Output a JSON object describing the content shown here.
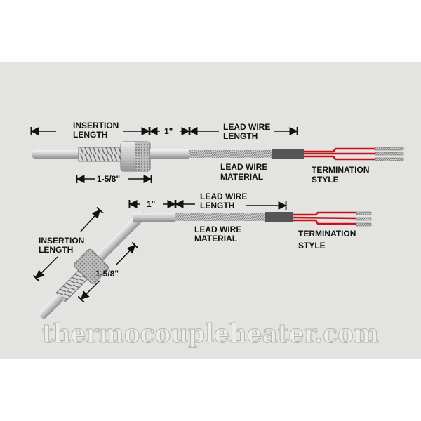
{
  "watermark": "thermocoupleheater.com",
  "top_probe": {
    "insertion_length": [
      "INSERTION",
      "LENGTH"
    ],
    "one_inch": "1\"",
    "lead_wire_length": [
      "LEAD WIRE",
      "LENGTH"
    ],
    "lead_wire_material": [
      "LEAD WIRE",
      "MATERIAL"
    ],
    "termination_style": [
      "TERMINATION",
      "STYLE"
    ],
    "spring_length": "1-5/8\""
  },
  "bottom_probe": {
    "insertion_length": [
      "INSERTION",
      "LENGTH"
    ],
    "one_inch": "1\"",
    "lead_wire_length": [
      "LEAD WIRE",
      "LENGTH"
    ],
    "lead_wire_material": [
      "LEAD WIRE",
      "MATERIAL"
    ],
    "termination_style": [
      "TERMINATION",
      "STYLE"
    ],
    "spring_length": "1-5/8\""
  },
  "colors": {
    "panel": "#e3e3e1",
    "wire": "#c8121a",
    "sleeve": "#555555"
  }
}
